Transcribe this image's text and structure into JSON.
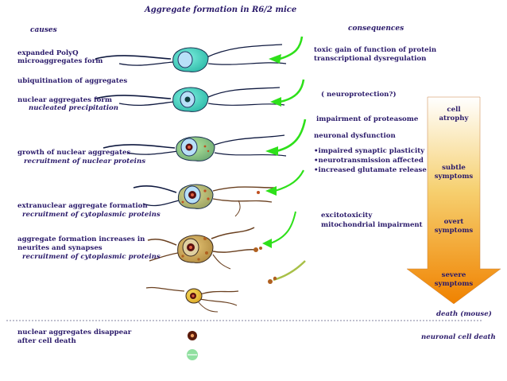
{
  "title": "Aggregate formation in R6/2 mice",
  "headers": {
    "causes": "causes",
    "consequences": "consequences"
  },
  "causes": [
    {
      "main": "expanded PolyQ",
      "main2": "microaggregates form",
      "sub": ""
    },
    {
      "main": "ubiquitination of aggregates",
      "sub": ""
    },
    {
      "main": "nuclear aggregates form",
      "sub": "nucleated precipitation"
    },
    {
      "main": "growth of nuclear aggregates",
      "sub": "recruitment of  nuclear proteins"
    },
    {
      "main": "extranuclear aggregate formation",
      "sub": "recruitment  of  cytoplasmic proteins"
    },
    {
      "main": "aggregate formation increases in",
      "main2": "neurites and synapses",
      "sub": "recruitment  of  cytoplasmic proteins"
    }
  ],
  "bottom_cause": {
    "line1": "nuclear aggregates disappear",
    "line2": "after cell death"
  },
  "consequences": {
    "c1": "toxic gain of function of protein",
    "c1b": "transcriptional dysregulation",
    "c2": "( neuroprotection?)",
    "c3": "impairment of proteasome",
    "c4": "neuronal dysfunction",
    "c4a": "•impaired synaptic plasticity",
    "c4b": "•neurotransmission affected",
    "c4c": "•increased glutamate release",
    "c5": "excitotoxicity",
    "c5b": "mitochondrial impairment"
  },
  "progression": {
    "stage1": "cell atrophy",
    "stage2": "subtle symptoms",
    "stage3": "overt symptoms",
    "stage4": "severe symptoms"
  },
  "death_mouse": "death (mouse)",
  "neuronal_death": "neuronal cell death",
  "colors": {
    "text": "#2a1a6a",
    "soma_light": "#40c8b8",
    "soma_dark": "#c09040",
    "nucleus": "#b0e0f0",
    "aggregate": "#c05020",
    "arrow_green": "#2ee01a",
    "gradient_top": "#ffffff",
    "gradient_bottom": "#f08000"
  }
}
